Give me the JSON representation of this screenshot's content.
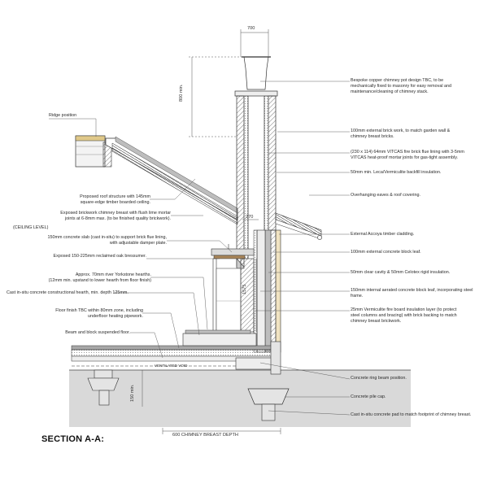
{
  "title": "SECTION A-A:",
  "dimensions": {
    "top_width": "700",
    "pot_height": "800 min.",
    "eave_offset": "270",
    "hearth_height": "1575",
    "pile_depth": "150 min.",
    "breast_depth": "600 CHIMNEY BREAST DEPTH",
    "void": "VENTILATED VOID"
  },
  "labels_left": {
    "ridge": "Ridge position",
    "roof": "Proposed roof structure with 145mm\nsquare-edge timber boarded ceiling.",
    "exposed_brick": "Exposed brickwork chimney breast with flush lime mortar\njoints at 6-8mm max. (to be finished quality brickwork).",
    "ceiling": "(CEILING LEVEL)",
    "slab": "150mm concrete slab (cast in-situ) to support brick flue lining,\nwith adjustable damper plate.",
    "bressumer": "Exposed 150-225mm reclaimed oak bressumer.",
    "hearth_stone": "Approx. 70mm river Yorkstone hearths.\n(12mm min. upstand to lower hearth from floor finish)",
    "constructional_hearth": "Cast in-situ concrete constructional hearth, min. depth 125mm.",
    "floor_finish": "Floor finish TBC within 80mm zone, including\nunderfloor heating pipework.",
    "beam_block": "Beam and block suspended floor."
  },
  "labels_right": {
    "pot": "Bespoke copper chimney pot design TBC, to be\nmechanically fixed to masonry for easy removal and\nmaintenance/cleaning of chimney stack.",
    "ext_brick": "100mm external brick work, to match garden wall &\nchimney breast bricks.",
    "flue": "(230 x 114) 64mm VITCAS fire brick flue lining with 3-5mm\nVITCAS heat-proof mortar joints for gas-tight assembly.",
    "backfill": "50mm min. Leca/Vermiculite backfill insulation.",
    "eaves": "Overhanging eaves & roof covering.",
    "cladding": "External Accoya timber cladding.",
    "block_leaf": "100mm external concrete block leaf.",
    "cavity": "50mm clear cavity & 50mm Celotex rigid insulation.",
    "internal_leaf": "150mm internal aerated concrete block leaf, incorporating steel\nframe.",
    "vermiculite": "25mm Vermiculite fire board insulation layer (to protect\nsteel columns and bracing) with brick backing to match\nchimney breast brickwork.",
    "ring_beam": "Concrete ring beam position.",
    "pile_cap": "Concrete pile cap.",
    "pad": "Cast in-situ concrete pad to match footprint of chimney breast."
  },
  "colors": {
    "line": "#333333",
    "ground": "#d9d9d9",
    "concrete": "#e4e4e4",
    "brick_hatch": "#555555",
    "insulation": "#bdbdbd"
  }
}
